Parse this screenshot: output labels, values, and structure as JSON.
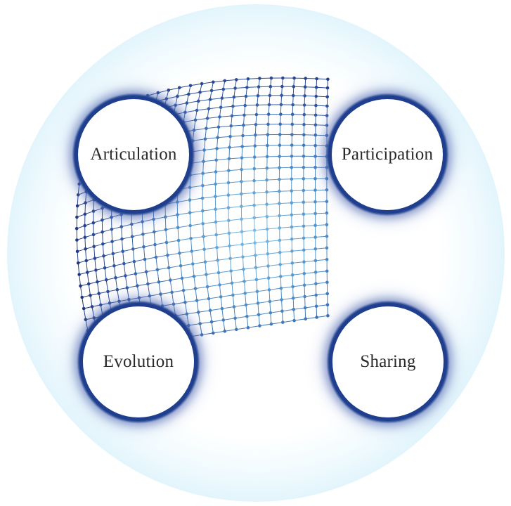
{
  "nodes": {
    "articulation": "Articulation",
    "participation": "Participation",
    "evolution": "Evolution",
    "sharing": "Sharing"
  },
  "colors": {
    "mesh_dark": "#1b2a6e",
    "mesh_light": "#5a9fd0",
    "ring": "#1f3f8e",
    "halo": "#b4e1f5"
  },
  "mesh": {
    "shape": "bulging sphere",
    "style": "dotted grid"
  }
}
